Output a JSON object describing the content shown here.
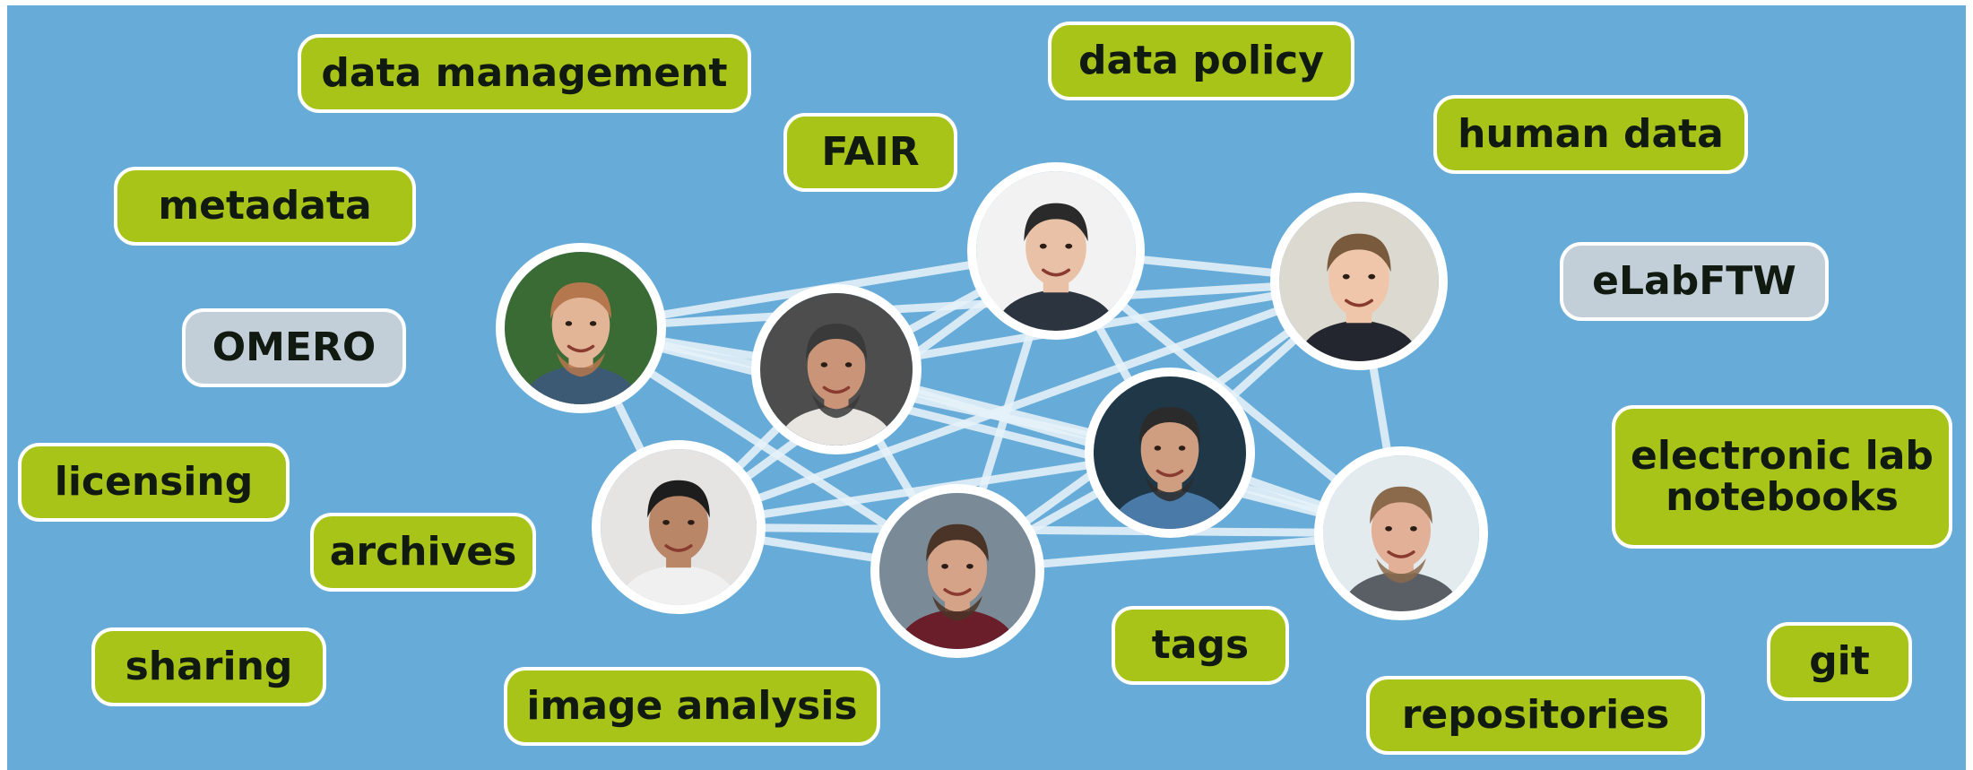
{
  "tags": {
    "data_management": "data management",
    "data_policy": "data policy",
    "fair": "FAIR",
    "human_data": "human data",
    "metadata": "metadata",
    "elabftw": "eLabFTW",
    "omero": "OMERO",
    "licensing": "licensing",
    "electronic_lab_notebooks": "electronic lab notebooks",
    "archives": "archives",
    "sharing": "sharing",
    "tags": "tags",
    "git": "git",
    "image_analysis": "image analysis",
    "repositories": "repositories"
  },
  "colors": {
    "background": "#67acd8",
    "tag_green": "#a9c418",
    "tag_grey": "#c2cfd9",
    "border": "#ffffff",
    "link": "#e6f1f8"
  }
}
